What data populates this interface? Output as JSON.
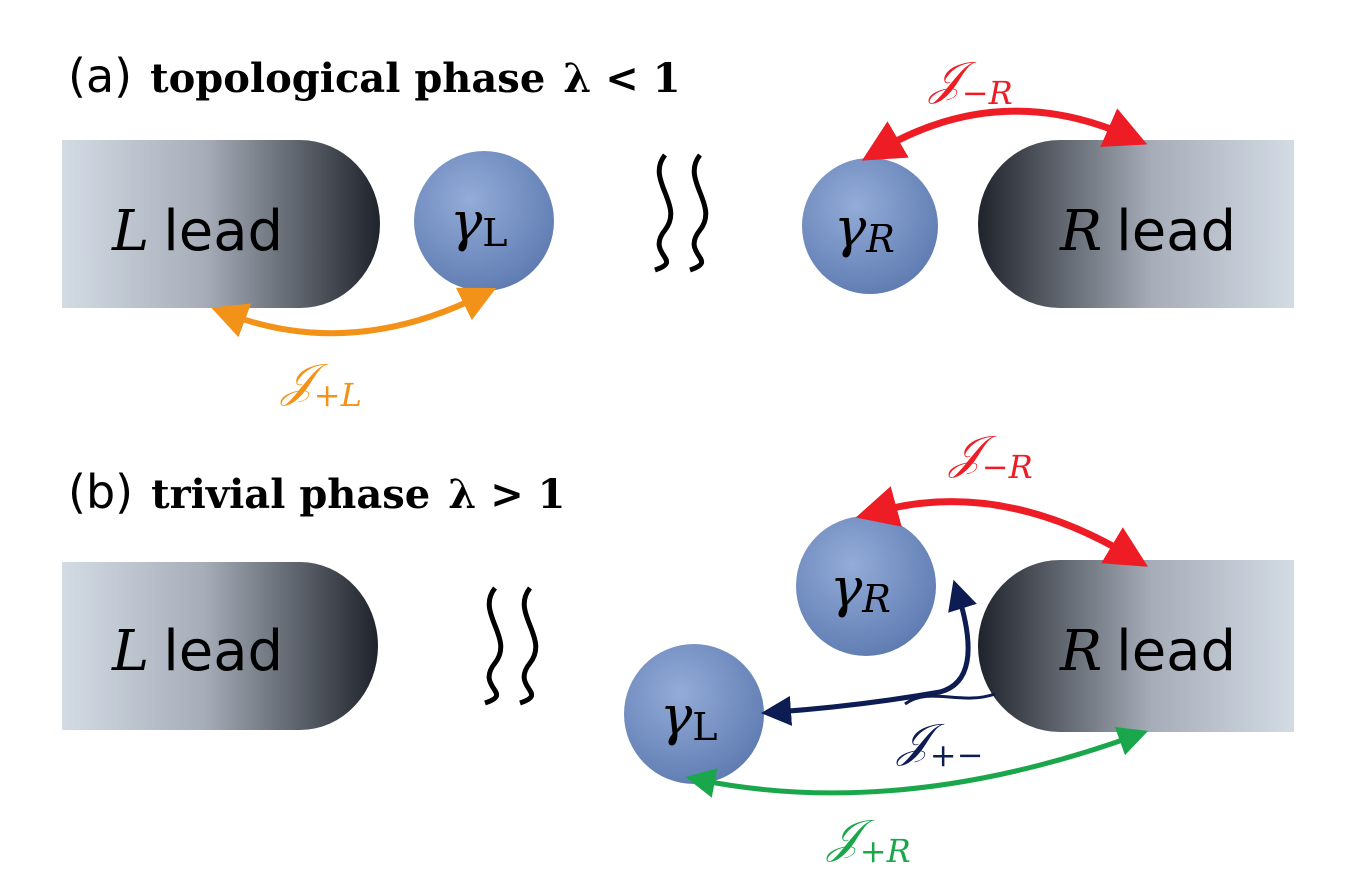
{
  "panel_a": {
    "tag": "(a)",
    "title": "topological phase",
    "condition": "λ < 1",
    "left_lead": {
      "symbol": "L",
      "word": "lead"
    },
    "right_lead": {
      "symbol": "R",
      "word": "lead"
    },
    "node_left": {
      "symbol": "γ",
      "sub": "L"
    },
    "node_right": {
      "symbol": "γ",
      "sub": "R"
    },
    "current_plus_L": {
      "symbol": "𝒥",
      "sub": "+L",
      "color": "#f39218"
    },
    "current_minus_R": {
      "symbol": "𝒥",
      "sub": "−R",
      "color": "#ee1c25"
    }
  },
  "panel_b": {
    "tag": "(b)",
    "title": "trivial phase",
    "condition": "λ > 1",
    "left_lead": {
      "symbol": "L",
      "word": "lead"
    },
    "right_lead": {
      "symbol": "R",
      "word": "lead"
    },
    "node_right": {
      "symbol": "γ",
      "sub": "R"
    },
    "node_left": {
      "symbol": "γ",
      "sub": "L"
    },
    "current_minus_R": {
      "symbol": "𝒥",
      "sub": "−R",
      "color": "#ee1c25"
    },
    "current_plus_minus": {
      "symbol": "𝒥",
      "sub": "+−",
      "color": "#0d1c52"
    },
    "current_plus_R": {
      "symbol": "𝒥",
      "sub": "+R",
      "color": "#1aa64a"
    }
  },
  "colors": {
    "lead_light": "#d1d9e3",
    "lead_dark": "#20242b",
    "node_fill_top": "#8aa4d2",
    "node_fill_bottom": "#5c7bb4"
  }
}
